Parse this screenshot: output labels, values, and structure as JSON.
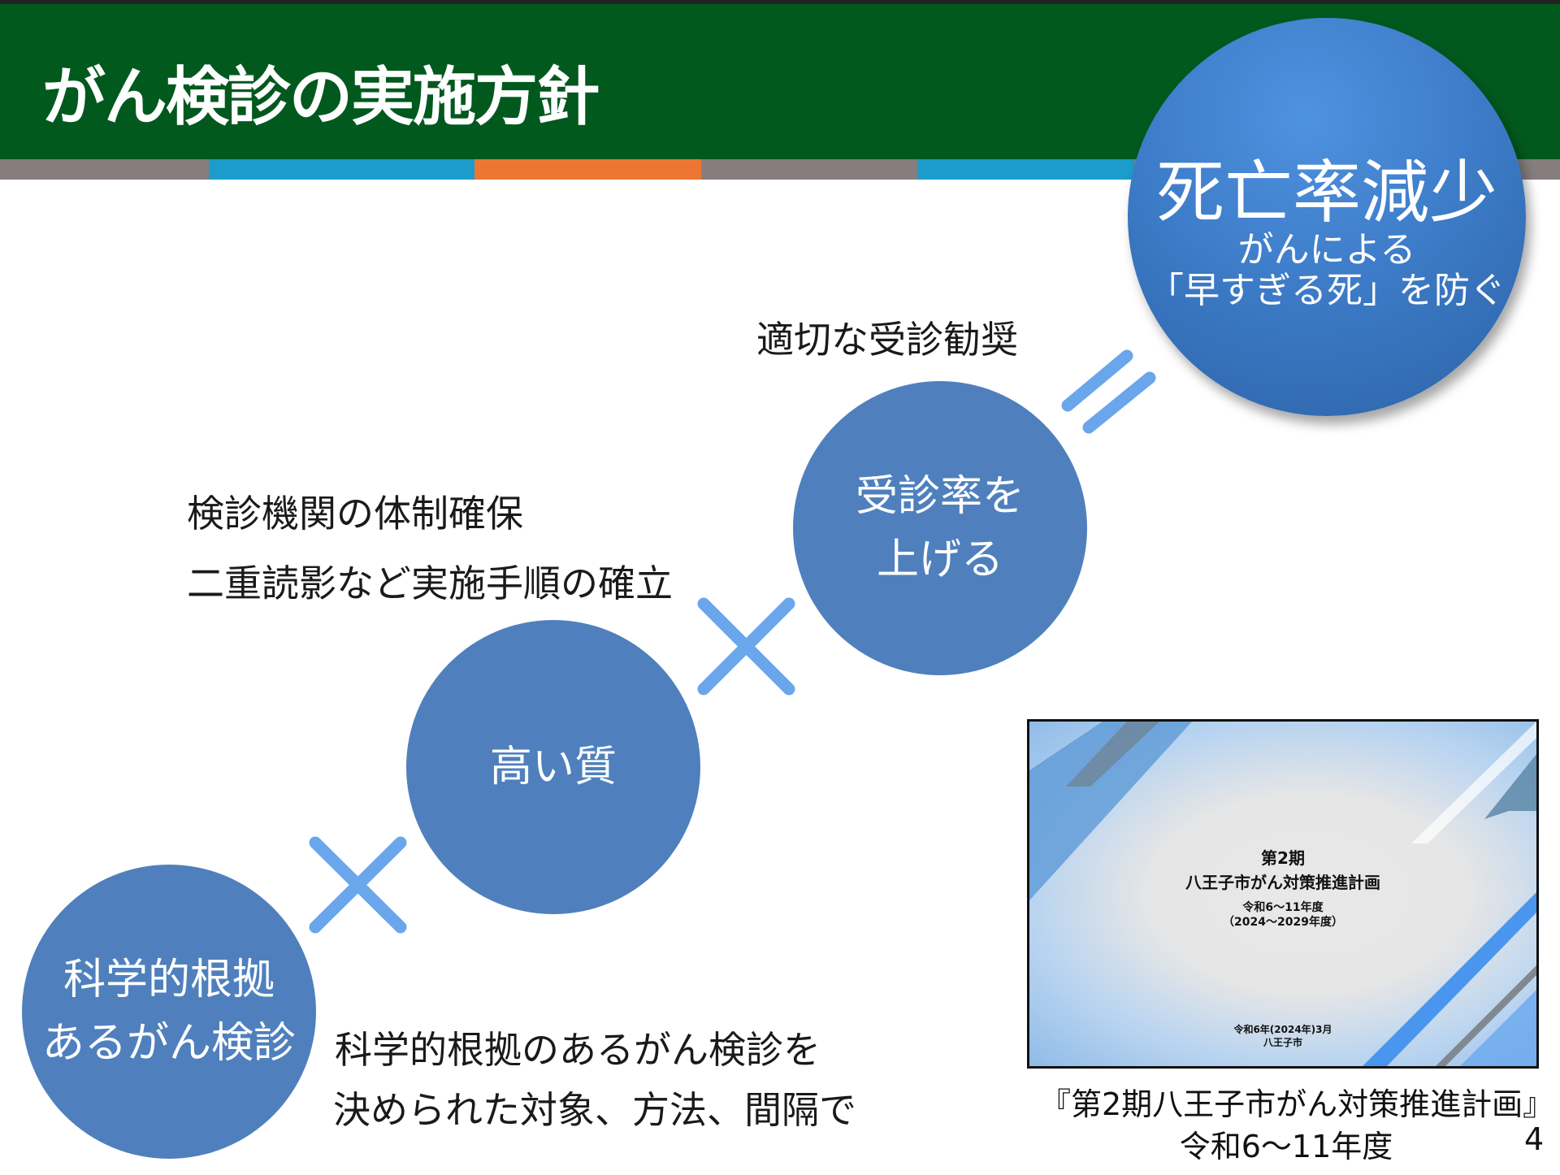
{
  "slide": {
    "title": "がん検診の実施方針",
    "page_number": "4"
  },
  "colors": {
    "header_green": "#02591e",
    "bar_gray": "#857d7e",
    "bar_blue": "#1b9ccc",
    "bar_orange": "#ed7732",
    "circle_blue": "#4f80bd"
  },
  "goal": {
    "main": "死亡率減少",
    "sub1": "がんによる",
    "sub2": "「早すぎる死」を防ぐ"
  },
  "circles": [
    {
      "line1": "科学的根拠",
      "line2": "あるがん検診"
    },
    {
      "line1": "高い質"
    },
    {
      "line1": "受診率を",
      "line2": "上げる"
    }
  ],
  "notes": {
    "recommend": "適切な受診勧奨",
    "quality1": "検診機関の体制確保",
    "quality2": "二重読影など実施手順の確立",
    "evidence1": "科学的根拠のあるがん検診を",
    "evidence2": "決められた対象、方法、間隔で"
  },
  "operators": [
    "multiply-icon",
    "multiply-icon",
    "equals-icon"
  ],
  "thumbnail": {
    "title1": "第2期",
    "title2": "八王子市がん対策推進計画",
    "period1": "令和6～11年度",
    "period2": "（2024～2029年度）",
    "date": "令和6年(2024年)3月",
    "issuer": "八王子市"
  },
  "caption": {
    "line1": "『第2期八王子市がん対策推進計画』",
    "line2": "令和6～11年度"
  }
}
